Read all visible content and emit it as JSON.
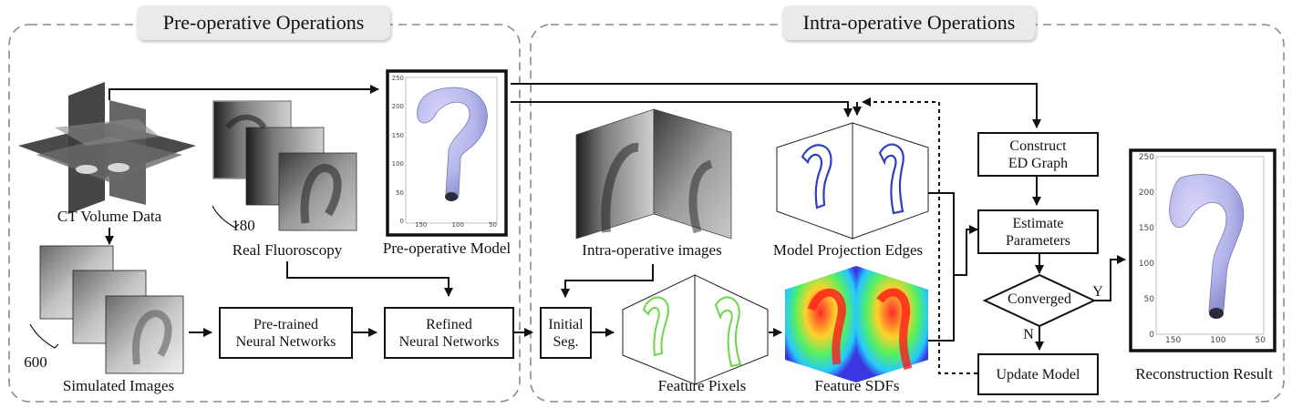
{
  "panels": {
    "pre_title": "Pre-operative Operations",
    "intra_title": "Intra-operative Operations"
  },
  "labels": {
    "ct_volume": "CT Volume Data",
    "real_fluoro": "Real Fluoroscopy",
    "pre_model": "Pre-operative Model",
    "simulated": "Simulated Images",
    "intra_images": "Intra-operative images",
    "model_edges": "Model Projection Edges",
    "feature_pixels": "Feature Pixels",
    "feature_sdfs": "Feature SDFs",
    "reconstruction": "Reconstruction Result",
    "count_180": "180",
    "count_600": "600"
  },
  "boxes": {
    "pretrained": [
      "Pre-trained",
      "Neural Networks"
    ],
    "refined": [
      "Refined",
      "Neural Networks"
    ],
    "initial_seg": [
      "Initial",
      "Seg."
    ],
    "construct_ed": [
      "Construct",
      "ED Graph"
    ],
    "estimate": [
      "Estimate",
      "Parameters"
    ],
    "converged": "Converged",
    "update_model": "Update Model"
  },
  "decision": {
    "yes": "Y",
    "no": "N"
  },
  "plot_axes": {
    "pre_model_y": [
      "250",
      "200",
      "150",
      "100",
      "50",
      "0"
    ],
    "pre_model_x": [
      "150",
      "100",
      "50"
    ],
    "result_y": [
      "250",
      "200",
      "150",
      "100",
      "50",
      "0"
    ],
    "result_x": [
      "150",
      "100",
      "50"
    ]
  },
  "colors": {
    "panel_border": "#8a8a8a",
    "panel_title_bg": "#eaeaea",
    "aorta": "#b9b9ec",
    "edge_blue": "#2e3fbf",
    "pixel_green": "#6cd64a"
  }
}
